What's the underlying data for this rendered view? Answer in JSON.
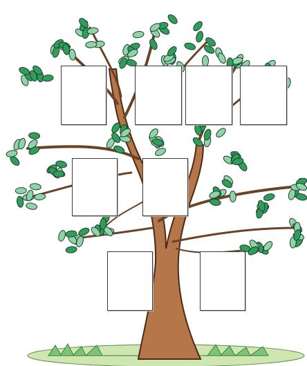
{
  "illustration": {
    "subject": "family-tree-template",
    "colors": {
      "trunk": "#b5774a",
      "trunk_outline": "#4a2a14",
      "branch": "#8a5a34",
      "leaf_dark": "#2f9e5c",
      "leaf_light": "#8fd3a8",
      "leaf_outline": "#1f3d2a",
      "grass": "#7cc576",
      "ground": "#cfe6b0"
    }
  },
  "frames": [
    {
      "slot": "row1-1",
      "label": ""
    },
    {
      "slot": "row1-2",
      "label": ""
    },
    {
      "slot": "row1-3",
      "label": ""
    },
    {
      "slot": "row1-4",
      "label": ""
    },
    {
      "slot": "row2-1",
      "label": ""
    },
    {
      "slot": "row2-2",
      "label": ""
    },
    {
      "slot": "row3-1",
      "label": ""
    },
    {
      "slot": "row3-2",
      "label": ""
    }
  ]
}
